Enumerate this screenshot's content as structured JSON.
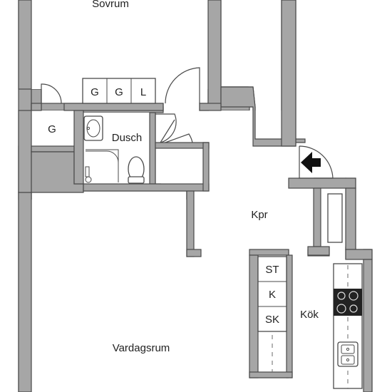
{
  "rooms": {
    "sovrum": "Sovrum",
    "dusch": "Dusch",
    "kpr": "Kpr",
    "kok": "Kök",
    "vardagsrum": "Vardagsrum"
  },
  "closets": {
    "top": [
      "G",
      "G",
      "L"
    ],
    "left": "G",
    "kitchen": [
      "ST",
      "K",
      "SK"
    ]
  },
  "colors": {
    "wall": "#a6a6a6",
    "line": "#4a4a4a",
    "background": "#ffffff"
  },
  "icons": [
    "entrance-arrow-icon",
    "stove-icon",
    "sink-icon",
    "toilet-icon",
    "washbasin-icon",
    "shower-icon"
  ]
}
